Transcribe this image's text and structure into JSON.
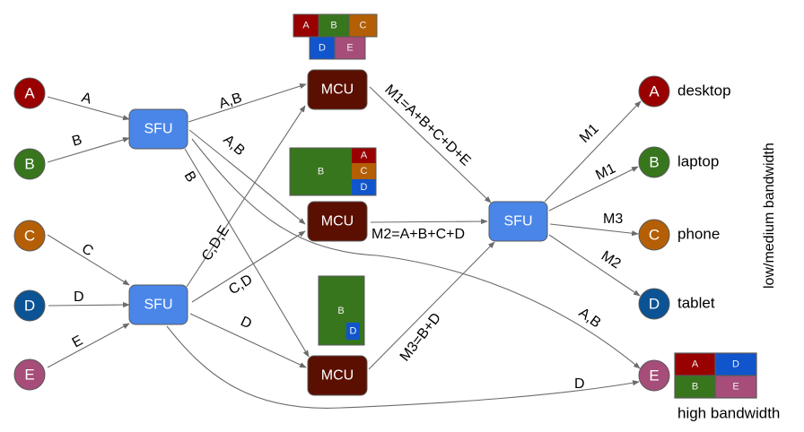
{
  "colors": {
    "A": "#990000",
    "B": "#38761d",
    "C": "#b45f06",
    "D": "#0b5394",
    "E": "#a64d79",
    "tile_D": "#1155cc",
    "sfu": "#4a86e8",
    "mcu": "#5b0f00",
    "edge": "#6b6b6b",
    "border": "#595959"
  },
  "senders": [
    {
      "id": "A",
      "label": "A"
    },
    {
      "id": "B",
      "label": "B"
    },
    {
      "id": "C",
      "label": "C"
    },
    {
      "id": "D",
      "label": "D"
    },
    {
      "id": "E",
      "label": "E"
    }
  ],
  "sfus": [
    {
      "id": "sfu1",
      "label": "SFU"
    },
    {
      "id": "sfu2",
      "label": "SFU"
    },
    {
      "id": "sfu3",
      "label": "SFU"
    }
  ],
  "mcus": [
    {
      "id": "mcu1",
      "label": "MCU"
    },
    {
      "id": "mcu2",
      "label": "MCU"
    },
    {
      "id": "mcu3",
      "label": "MCU"
    }
  ],
  "receivers": [
    {
      "id": "A",
      "label": "A",
      "device": "desktop"
    },
    {
      "id": "B",
      "label": "B",
      "device": "laptop"
    },
    {
      "id": "C",
      "label": "C",
      "device": "phone"
    },
    {
      "id": "D",
      "label": "D",
      "device": "tablet"
    },
    {
      "id": "E",
      "label": "E",
      "device": ""
    }
  ],
  "edges": [
    {
      "from": "A",
      "to": "sfu1",
      "label": "A"
    },
    {
      "from": "B",
      "to": "sfu1",
      "label": "B"
    },
    {
      "from": "C",
      "to": "sfu2",
      "label": "C"
    },
    {
      "from": "D",
      "to": "sfu2",
      "label": "D"
    },
    {
      "from": "E",
      "to": "sfu2",
      "label": "E"
    },
    {
      "from": "sfu1",
      "to": "mcu1",
      "label": "A,B"
    },
    {
      "from": "sfu1",
      "to": "mcu2",
      "label": "A,B"
    },
    {
      "from": "sfu1",
      "to": "mcu3",
      "label": "B"
    },
    {
      "from": "sfu1",
      "to": "rE",
      "label": "A,B"
    },
    {
      "from": "sfu2",
      "to": "mcu1",
      "label": "C,D,E"
    },
    {
      "from": "sfu2",
      "to": "mcu2",
      "label": "C,D"
    },
    {
      "from": "sfu2",
      "to": "mcu3",
      "label": "D"
    },
    {
      "from": "sfu2",
      "to": "rE",
      "label": "D"
    },
    {
      "from": "mcu1",
      "to": "sfu3",
      "label": "M1=A+B+C+D+E"
    },
    {
      "from": "mcu2",
      "to": "sfu3",
      "label": "M2=A+B+C+D"
    },
    {
      "from": "mcu3",
      "to": "sfu3",
      "label": "M3=B+D"
    },
    {
      "from": "sfu3",
      "to": "rA",
      "label": "M1"
    },
    {
      "from": "sfu3",
      "to": "rB",
      "label": "M1"
    },
    {
      "from": "sfu3",
      "to": "rC",
      "label": "M3"
    },
    {
      "from": "sfu3",
      "to": "rD",
      "label": "M2"
    }
  ],
  "layouts": {
    "mcu1": {
      "tiles": [
        "A",
        "B",
        "C",
        "D",
        "E"
      ]
    },
    "mcu2": {
      "tiles": [
        "B",
        "A",
        "C",
        "D"
      ]
    },
    "mcu3": {
      "tiles": [
        "B",
        "D"
      ]
    },
    "receiver_E": {
      "tiles": [
        "A",
        "D",
        "B",
        "E"
      ]
    }
  },
  "annotations": {
    "low_medium": "low/medium bandwidth",
    "high": "high bandwidth"
  }
}
